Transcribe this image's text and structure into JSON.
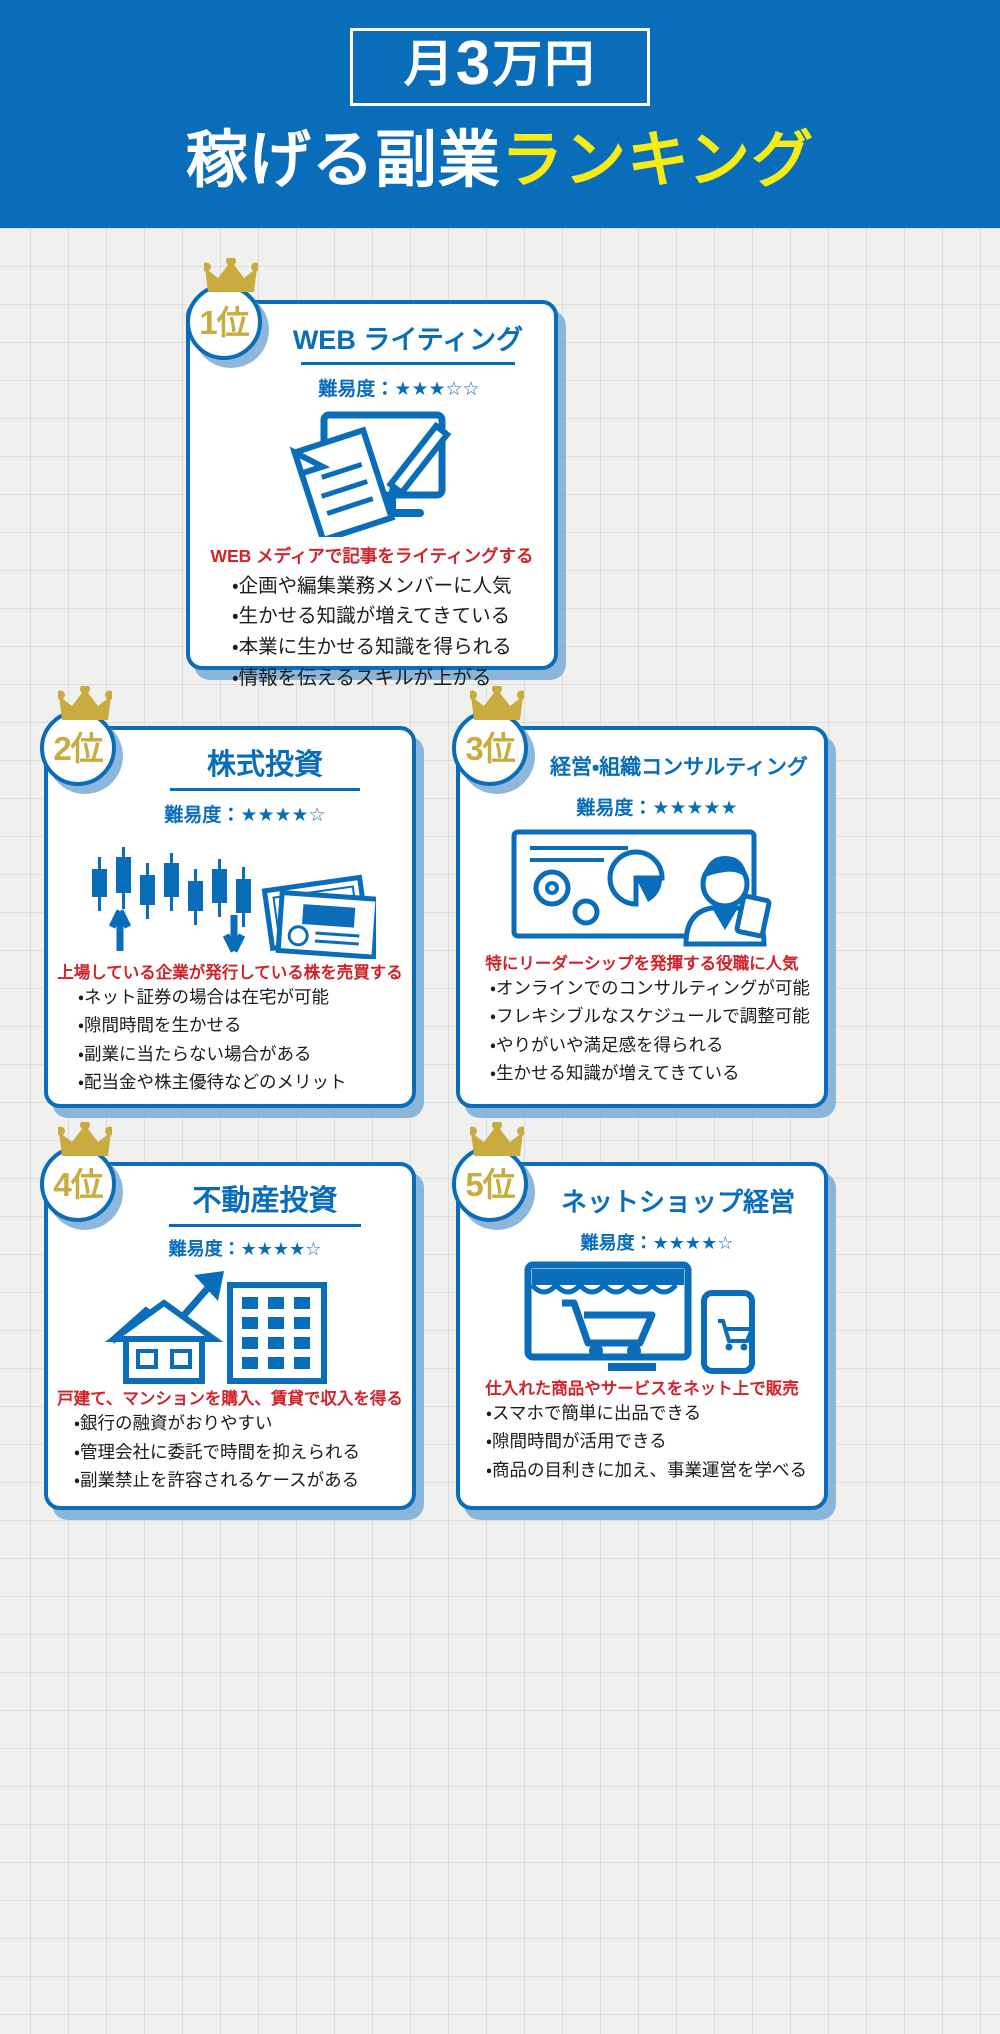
{
  "header": {
    "badge_prefix": "月",
    "badge_number": "3",
    "badge_suffix": "万円",
    "main_white": "稼げる副業",
    "main_yellow": "ランキング",
    "bg_color": "#0a6dba",
    "accent_yellow": "#f6ec13"
  },
  "colors": {
    "blue": "#0a6dba",
    "gold": "#c9ac3f",
    "red": "#d1232a",
    "shadow": "#7aabd5",
    "page_bg": "#f0f0ee"
  },
  "cards": [
    {
      "rank": "1位",
      "title": "WEB ライティング",
      "difficulty_label": "難易度：",
      "difficulty_stars": "★★★☆☆",
      "difficulty_value": 3,
      "icon": "document-pen-monitor-icon",
      "red_head": "WEB メディアで記事をライティングする",
      "bullets": [
        "・企画や編集業務メンバーに人気",
        "・生かせる知識が増えてきている",
        "・本業に生かせる知識を得られる",
        "・情報を伝えるスキルが上がる"
      ]
    },
    {
      "rank": "2位",
      "title": "株式投資",
      "difficulty_label": "難易度：",
      "difficulty_stars": "★★★★☆",
      "difficulty_value": 4,
      "icon": "candlestick-chart-stock-certificate-icon",
      "red_head": "上場している企業が発行している株を売買する",
      "bullets": [
        "・ネット証券の場合は在宅が可能",
        "・隙間時間を生かせる",
        "・副業に当たらない場合がある",
        "・配当金や株主優待などのメリット"
      ]
    },
    {
      "rank": "3位",
      "title": "経営・組織コンサルティング",
      "difficulty_label": "難易度：",
      "difficulty_stars": "★★★★★",
      "difficulty_value": 5,
      "icon": "consultant-presentation-icon",
      "red_head": "特にリーダーシップを発揮する役職に人気",
      "bullets": [
        "・オンラインでのコンサルティングが可能",
        "・フレキシブルなスケジュールで調整可能",
        "・やりがいや満足感を得られる",
        "・生かせる知識が増えてきている"
      ]
    },
    {
      "rank": "4位",
      "title": "不動産投資",
      "difficulty_label": "難易度：",
      "difficulty_stars": "★★★★☆",
      "difficulty_value": 4,
      "icon": "house-building-growth-arrow-icon",
      "red_head": "戸建て、マンションを購入、賃貸で収入を得る",
      "bullets": [
        "・銀行の融資がおりやすい",
        "・管理会社に委託で時間を抑えられる",
        "・副業禁止を許容されるケースがある"
      ]
    },
    {
      "rank": "5位",
      "title": "ネットショップ経営",
      "difficulty_label": "難易度：",
      "difficulty_stars": "★★★★☆",
      "difficulty_value": 4,
      "icon": "ecommerce-cart-monitor-phone-icon",
      "red_head": "仕入れた商品やサービスをネット上で販売",
      "bullets": [
        "・スマホで簡単に出品できる",
        "・隙間時間が活用できる",
        "・商品の目利きに加え、事業運営を学べる"
      ]
    }
  ]
}
